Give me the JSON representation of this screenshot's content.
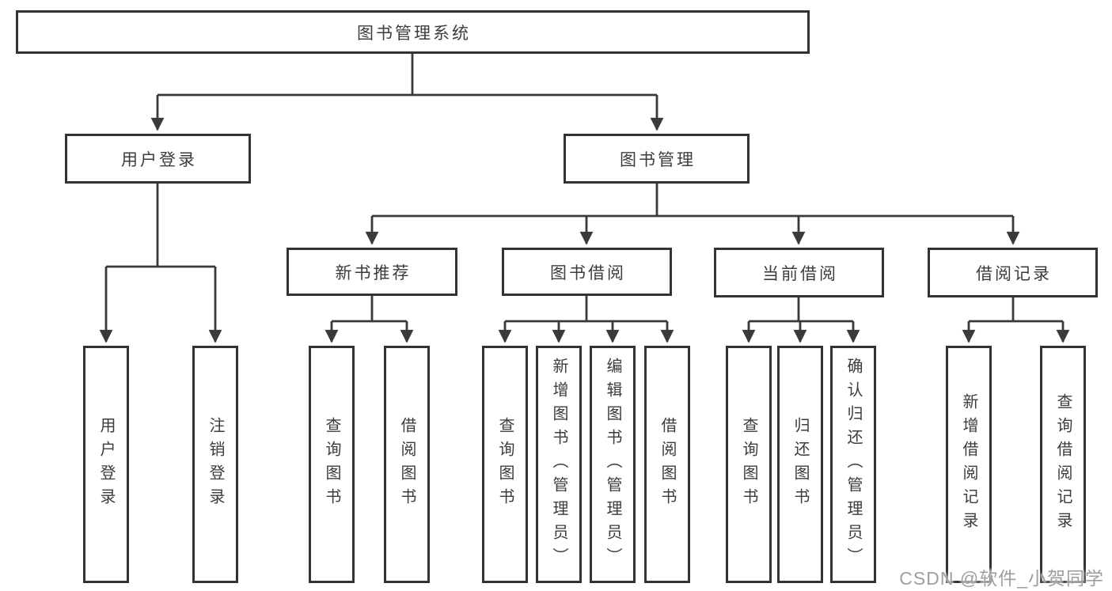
{
  "diagram": {
    "root": {
      "label": "图书管理系统"
    },
    "level2": [
      {
        "label": "用户登录"
      },
      {
        "label": "图书管理"
      }
    ],
    "level3": [
      {
        "label": "新书推荐",
        "parent": "图书管理"
      },
      {
        "label": "图书借阅",
        "parent": "图书管理"
      },
      {
        "label": "当前借阅",
        "parent": "图书管理"
      },
      {
        "label": "借阅记录",
        "parent": "图书管理"
      }
    ],
    "leaves": [
      {
        "label": "用户登录",
        "parent": "用户登录"
      },
      {
        "label": "注销登录",
        "parent": "用户登录"
      },
      {
        "label": "查询图书",
        "parent": "新书推荐"
      },
      {
        "label": "借阅图书",
        "parent": "新书推荐"
      },
      {
        "label": "查询图书",
        "parent": "图书借阅"
      },
      {
        "label": "新增图书（管理员）",
        "parent": "图书借阅"
      },
      {
        "label": "编辑图书（管理员）",
        "parent": "图书借阅"
      },
      {
        "label": "借阅图书",
        "parent": "图书借阅"
      },
      {
        "label": "查询图书",
        "parent": "当前借阅"
      },
      {
        "label": "归还图书",
        "parent": "当前借阅"
      },
      {
        "label": "确认归还（管理员）",
        "parent": "当前借阅"
      },
      {
        "label": "新增借阅记录",
        "parent": "借阅记录"
      },
      {
        "label": "查询借阅记录",
        "parent": "借阅记录"
      }
    ],
    "watermark": "CSDN @软件_小贺同学",
    "colors": {
      "line": "#3a3a3a",
      "box_border": "#333333",
      "text": "#3c3c3c",
      "watermark": "#9e9e9e",
      "background": "#ffffff"
    }
  }
}
